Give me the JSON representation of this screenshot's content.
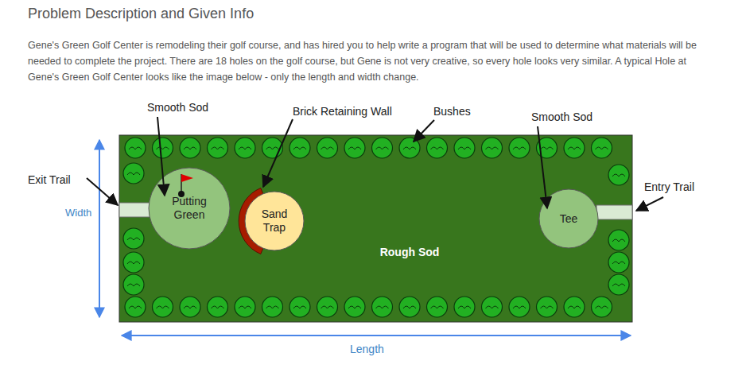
{
  "diagram": {
    "title": "Problem Description and Given Info",
    "nodes": [
      {
        "text": [
          "Rough Sod"
        ]
      },
      {
        "text": [
          "Putting Green"
        ],
        "in": 0
      },
      {
        "text": [
          "Sand Trap"
        ],
        "in": 0
      },
      {
        "text": [
          "Tee"
        ],
        "in": 0
      }
    ],
    "labels": [
      "Gene's Green Golf Center is remodeling their golf course, and has hired you to help write a program that will be used to determine what materials will be needed to complete the project. There are 18 holes on the golf course, but Gene is not very creative, so every hole looks very similar. A typical Hole at Gene's Green Golf Center looks like the image below - only the length and width change.",
      "Smooth Sod",
      "Brick Retaining Wall",
      "Bushes",
      "Smooth Sod",
      "Exit Trail",
      "Entry Trail",
      "Width",
      "Length"
    ]
  }
}
